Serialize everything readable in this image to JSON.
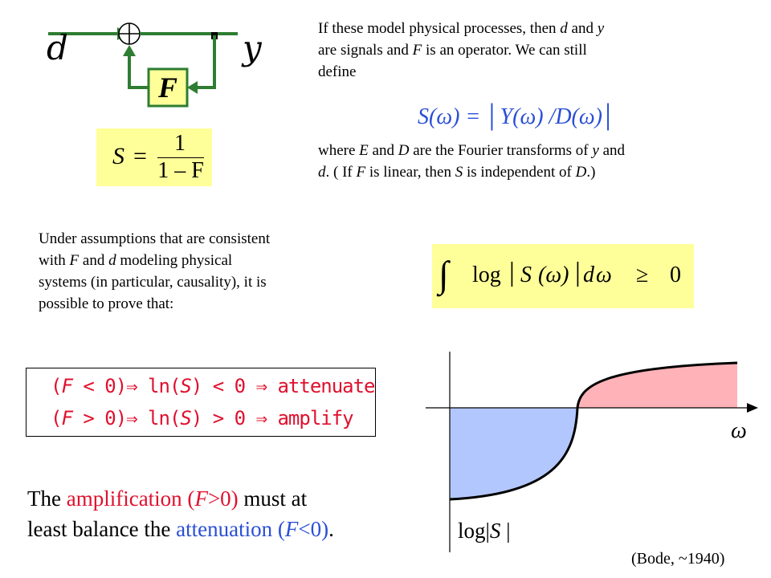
{
  "block_diagram": {
    "input_label": "d",
    "output_label": "y",
    "block_label": "F",
    "summer_symbol": "+"
  },
  "sensitivity_box": {
    "lhs": "S",
    "eq": "=",
    "numerator": "1",
    "denominator": "1 – F"
  },
  "intro_paragraph": {
    "l1_a": "If these model physical processes, then ",
    "l1_d": "d",
    "l1_b": " and ",
    "l1_y": "y",
    "l2_a": "are signals and ",
    "l2_F": "F",
    "l2_b": " is an operator.  We can still",
    "l3": "define"
  },
  "s_definition": "S(ω) = │Y(ω) /D(ω)│",
  "transform_paragraph": {
    "l1_a": "where ",
    "l1_E": "E",
    "l1_b": " and ",
    "l1_D": "D",
    "l1_c": " are the Fourier transforms of ",
    "l1_y": "y",
    "l1_d": " and",
    "l2_dd": "d",
    "l2_a": ". ( If ",
    "l2_F": "F",
    "l2_b": " is linear, then ",
    "l2_S": "S",
    "l2_c": " is independent of ",
    "l2_D": "D",
    "l2_e": ".)"
  },
  "assumptions_paragraph": {
    "l1": "Under assumptions that are consistent",
    "l2_a": "with ",
    "l2_F": "F",
    "l2_b": " and ",
    "l2_d": "d",
    "l2_c": " modeling physical",
    "l3": "systems (in particular, causality), it is",
    "l4": "possible to prove that:"
  },
  "integral_formula": {
    "integral": "∫",
    "log": "log",
    "bar_open": "|",
    "S": "S",
    "omega_arg": "(ω)",
    "bar_close": "|",
    "d": "d",
    "omega": "ω",
    "geq": "≥",
    "zero": "0"
  },
  "implication_box": {
    "line1": {
      "open": "(",
      "F": "F",
      "rel": " < 0)",
      "imp1": "⇒",
      "ln": " ln(",
      "S": "S",
      "rest": ") < 0 ",
      "imp2": "⇒",
      "word": " attenuate"
    },
    "line2": {
      "open": "(",
      "F": "F",
      "rel": " > 0)",
      "imp1": "⇒",
      "ln": " ln(",
      "S": "S",
      "rest": ") > 0 ",
      "imp2": "⇒",
      "word": " amplify"
    }
  },
  "conclusion": {
    "l1_a": "The ",
    "l1_amp": "amplification (",
    "l1_F": "F",
    "l1_amp2": ">0)",
    "l1_b": " must at",
    "l2_a": "least balance the ",
    "l2_att": "attenuation (",
    "l2_F": "F",
    "l2_att2": "<0)",
    "l2_b": "."
  },
  "bode_plot": {
    "x_axis_label": "ω",
    "y_axis_label_a": "log",
    "y_axis_label_bar1": "|",
    "y_axis_label_S": "S",
    "y_axis_label_bar2": " |",
    "positive_fill_color": "#ffb3b8",
    "negative_fill_color": "#b3c7ff"
  },
  "citation": "(Bode, ~1940)",
  "colors": {
    "formula_box": "#ffff99",
    "red_text": "#e0102e",
    "blue_text": "#2a4fd6",
    "diagram_line": "#2e7d32"
  }
}
